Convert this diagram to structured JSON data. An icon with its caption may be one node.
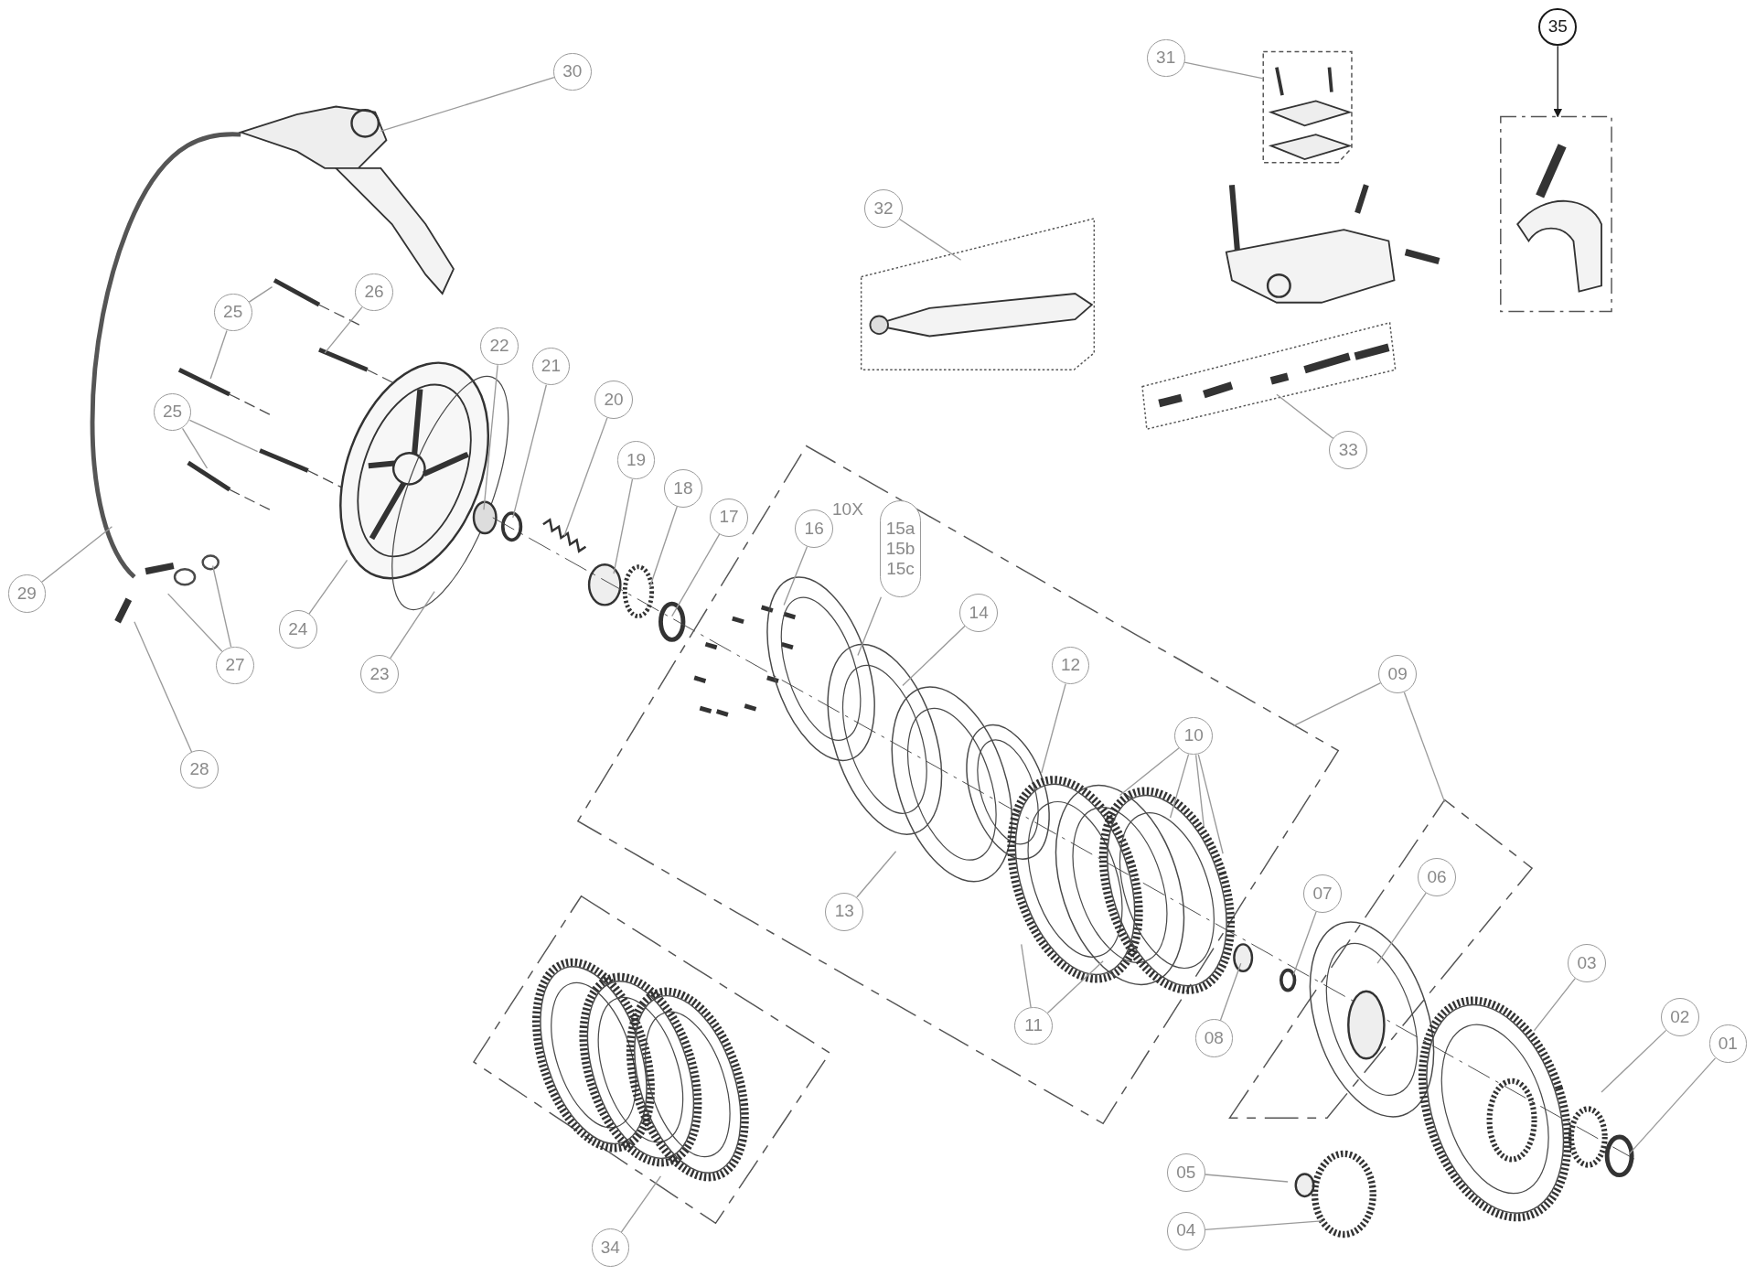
{
  "diagram": {
    "nodes": [
      {
        "text": [
          "35"
        ]
      },
      {
        "text": [
          "31"
        ]
      },
      {
        "text": [
          "30"
        ]
      },
      {
        "text": [
          "32"
        ]
      },
      {
        "text": [
          "26"
        ]
      },
      {
        "text": [
          "25"
        ]
      },
      {
        "text": [
          "22"
        ]
      },
      {
        "text": [
          "21"
        ]
      },
      {
        "text": [
          "20"
        ]
      },
      {
        "text": [
          "25"
        ]
      },
      {
        "text": [
          "33"
        ]
      },
      {
        "text": [
          "19"
        ]
      },
      {
        "text": [
          "18"
        ]
      },
      {
        "text": [
          "17"
        ]
      },
      {
        "text": [
          "16"
        ]
      },
      {
        "text": [
          "15a",
          "15b",
          "15c"
        ]
      },
      {
        "text": [
          "29"
        ]
      },
      {
        "text": [
          "14"
        ]
      },
      {
        "text": [
          "24"
        ]
      },
      {
        "text": [
          "27"
        ]
      },
      {
        "text": [
          "12"
        ]
      },
      {
        "text": [
          "23"
        ]
      },
      {
        "text": [
          "09"
        ]
      },
      {
        "text": [
          "10"
        ]
      },
      {
        "text": [
          "28"
        ]
      },
      {
        "text": [
          "06"
        ]
      },
      {
        "text": [
          "07"
        ]
      },
      {
        "text": [
          "13"
        ]
      },
      {
        "text": [
          "03"
        ]
      },
      {
        "text": [
          "02"
        ]
      },
      {
        "text": [
          "11"
        ]
      },
      {
        "text": [
          "08"
        ]
      },
      {
        "text": [
          "01"
        ]
      },
      {
        "text": [
          "05"
        ]
      },
      {
        "text": [
          "04"
        ]
      },
      {
        "text": [
          "34"
        ]
      }
    ],
    "edges": [
      {
        "from": 0,
        "to": null,
        "arrow": "to",
        "color": "#1a1a1a"
      },
      {
        "from": 1,
        "to": null,
        "arrow": "none"
      },
      {
        "from": 2,
        "to": null,
        "arrow": "none"
      },
      {
        "from": 3,
        "to": null,
        "arrow": "none"
      },
      {
        "from": 4,
        "to": null,
        "arrow": "none"
      },
      {
        "from": 5,
        "to": null,
        "arrow": "none"
      },
      {
        "from": 5,
        "to": null,
        "arrow": "none"
      },
      {
        "from": 6,
        "to": null,
        "arrow": "none"
      },
      {
        "from": 7,
        "to": null,
        "arrow": "none"
      },
      {
        "from": 8,
        "to": null,
        "arrow": "none"
      },
      {
        "from": 9,
        "to": null,
        "arrow": "none"
      },
      {
        "from": 9,
        "to": null,
        "arrow": "none"
      },
      {
        "from": 10,
        "to": null,
        "arrow": "none"
      },
      {
        "from": 11,
        "to": null,
        "arrow": "none"
      },
      {
        "from": 12,
        "to": null,
        "arrow": "none"
      },
      {
        "from": 13,
        "to": null,
        "arrow": "none"
      },
      {
        "from": 14,
        "to": null,
        "arrow": "none"
      },
      {
        "from": 15,
        "to": null,
        "arrow": "none"
      },
      {
        "from": 16,
        "to": null,
        "arrow": "none"
      },
      {
        "from": 17,
        "to": null,
        "arrow": "none"
      },
      {
        "from": 18,
        "to": null,
        "arrow": "none"
      },
      {
        "from": 19,
        "to": null,
        "arrow": "none"
      },
      {
        "from": 19,
        "to": null,
        "arrow": "none"
      },
      {
        "from": 20,
        "to": null,
        "arrow": "none"
      },
      {
        "from": 21,
        "to": null,
        "arrow": "none"
      },
      {
        "from": 22,
        "to": null,
        "arrow": "none"
      },
      {
        "from": 22,
        "to": null,
        "arrow": "none"
      },
      {
        "from": 23,
        "to": null,
        "arrow": "none"
      },
      {
        "from": 23,
        "to": null,
        "arrow": "none"
      },
      {
        "from": 23,
        "to": null,
        "arrow": "none"
      },
      {
        "from": 23,
        "to": null,
        "arrow": "none"
      },
      {
        "from": 24,
        "to": null,
        "arrow": "none"
      },
      {
        "from": 25,
        "to": null,
        "arrow": "none"
      },
      {
        "from": 26,
        "to": null,
        "arrow": "none"
      },
      {
        "from": 27,
        "to": null,
        "arrow": "none"
      },
      {
        "from": 28,
        "to": null,
        "arrow": "none"
      },
      {
        "from": 29,
        "to": null,
        "arrow": "none"
      },
      {
        "from": 30,
        "to": null,
        "arrow": "none"
      },
      {
        "from": 30,
        "to": null,
        "arrow": "none"
      },
      {
        "from": 31,
        "to": null,
        "arrow": "none"
      },
      {
        "from": 32,
        "to": null,
        "arrow": "none"
      },
      {
        "from": 33,
        "to": null,
        "arrow": "none"
      },
      {
        "from": 34,
        "to": null,
        "arrow": "none"
      },
      {
        "from": 35,
        "to": null,
        "arrow": "none"
      }
    ],
    "labels": [
      "10X"
    ]
  }
}
